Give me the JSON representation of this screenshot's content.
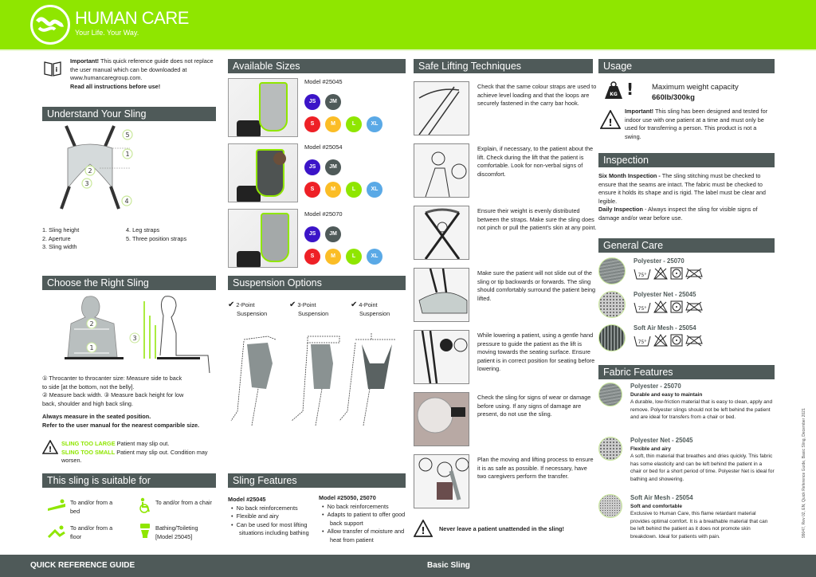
{
  "header": {
    "brand": "HUMAN CARE",
    "tagline": "Your Life. Your Way.",
    "color": "#8fe600"
  },
  "important_note": {
    "lead": "Important!",
    "text": " This quick reference guide does not replace the user manual which can be downloaded at www.humancaregroup.com.",
    "emphasis": "Read all instructions before use!",
    "icon": "info-book-icon"
  },
  "understand": {
    "title": "Understand Your Sling",
    "legend": [
      "1. Sling height",
      "2. Aperture",
      "3. Sling width",
      "4. Leg straps",
      "5. Three position straps"
    ],
    "callouts": [
      "5",
      "1",
      "2",
      "3",
      "4"
    ]
  },
  "choose": {
    "title": "Choose the Right Sling",
    "callouts": [
      "2",
      "1",
      "3"
    ],
    "measure_text_1": "① Throcanter to throcanter size: Measure side to back to side [at the bottom, not the belly].",
    "measure_text_2": "② Measure back width.  ③ Measure back height for low back, shoulder and high back sling.",
    "always": "Always measure in the seated position.",
    "refer": "Refer to the user manual for the nearest comparible size.",
    "warn_large_label": "SLING TOO LARGE",
    "warn_large_text": "Patient may slip out.",
    "warn_small_label": "SLING TOO SMALL",
    "warn_small_text": "Patient may slip out. Condition may worsen."
  },
  "suitable": {
    "title": "This sling is suitable for",
    "items": [
      {
        "icon": "bed-transfer-icon",
        "label": "To and/or from a bed"
      },
      {
        "icon": "wheelchair-icon",
        "label": "To and/or from a chair"
      },
      {
        "icon": "floor-transfer-icon",
        "label": "To and/or from a floor"
      },
      {
        "icon": "toilet-icon",
        "label": "Bathing/Toileting [Model 25045]"
      }
    ]
  },
  "sizes": {
    "title": "Available Sizes",
    "models": [
      {
        "label": "Model #25045",
        "fabric": "#b8bcbc"
      },
      {
        "label": "Model #25054",
        "fabric": "#4e5352"
      },
      {
        "label": "Model #25070",
        "fabric": "#a4a9a9"
      }
    ],
    "row1": [
      {
        "label": "JS",
        "color": "#3b14c8"
      },
      {
        "label": "JM",
        "color": "#4f5a59"
      }
    ],
    "row2": [
      {
        "label": "S",
        "color": "#ee2026"
      },
      {
        "label": "M",
        "color": "#fbbd26"
      },
      {
        "label": "L",
        "color": "#8fe600"
      },
      {
        "label": "XL",
        "color": "#5aa9e6"
      }
    ]
  },
  "suspension": {
    "title": "Suspension Options",
    "options": [
      {
        "line1": "2-Point",
        "line2": "Suspension"
      },
      {
        "line1": "3-Point",
        "line2": "Suspension"
      },
      {
        "line1": "4-Point",
        "line2": "Suspension"
      }
    ]
  },
  "features": {
    "title": "Sling Features",
    "col1_title": "Model #25045",
    "col1": [
      "No back reinforcements",
      "Flexible and airy",
      "Can be used for most lifting situations including bathing"
    ],
    "col2_title": "Model #25050, 25070",
    "col2": [
      "No back reinforcements",
      "Adapts to patient to offer good back support",
      "Allow transfer of moisture and heat from patient"
    ]
  },
  "techniques": {
    "title": "Safe Lifting Techniques",
    "items": [
      "Check that the same colour straps are used to achieve level loading and that the loops are securely fastened in the carry bar hook.",
      "Explain, if necessary, to the patient about the lift. Check during the lift that the patient is comfortable. Look for non-verbal signs of discomfort.",
      "Ensure their weight is evenly distributed between the straps. Make sure the sling does not pinch or pull the patient's skin at any point.",
      "Make sure the patient will not slide out of the sling or tip backwards or forwards. The sling should comfortably surround the patient being lifted.",
      "While lowering a patient, using a gentle hand pressure to guide the patient as the lift is moving towards the seating surface. Ensure patient is in correct position for seating before lowering.",
      "Check the sling for signs of wear or damage before using. If any signs of damage are present, do not use the sling.",
      "Plan the moving and lifting process to ensure it is as safe as possible. If necessary, have two caregivers perform the transfer."
    ],
    "warning": "Never leave a patient unattended in the sling!"
  },
  "usage": {
    "title": "Usage",
    "capacity_label": "Maximum weight capacity",
    "capacity_value": "660lb/300kg",
    "kg_label": "KG",
    "important_lead": "Important!",
    "important_text": " This sling has been designed and tested for indoor use with one patient at a time and must only be used for transferring a person. This product is not a swing."
  },
  "inspection": {
    "title": "Inspection",
    "six_month_lead": "Six Month Inspection -",
    "six_month_text": " The sling stitching must be checked to ensure that the seams are intact. The fabric must be checked to ensure it holds its shape and is rigid. The label must be clear and legible.",
    "daily_lead": "Daily Inspection",
    "daily_text": " - Always inspect the sling for visible signs of damage and/or wear before use."
  },
  "care": {
    "title": "General Care",
    "items": [
      {
        "label": "Polyester - 25070",
        "wash_temp": "75°"
      },
      {
        "label": "Polyester Net - 25045",
        "wash_temp": "75°"
      },
      {
        "label": "Soft Air Mesh - 25054",
        "wash_temp": "75°"
      }
    ]
  },
  "fabric": {
    "title": "Fabric Features",
    "items": [
      {
        "name": "Polyester - 25070",
        "sub": "Durable and easy to maintain",
        "text": "A durable, low-friction material that is easy to clean, apply and remove. Polyester slings should not be left behind the patient and are ideal for transfers from a chair or bed."
      },
      {
        "name": "Polyester Net - 25045",
        "sub": "Flexible and airy",
        "text": "A soft, thin material that breathes and dries quickly. This fabric has some elasticity and can be left behind the patient in a chair or bed for a short period of time. Polyester Net is ideal for bathing and showering."
      },
      {
        "name": "Soft Air Mesh - 25054",
        "sub": "Soft and comfortable",
        "text": "Exclusive to Human Care, this flame retardant material provides optimal comfort. It is a breathable material that can be left behind the patient as it does not promote skin breakdown. Ideal for patients with pain."
      }
    ]
  },
  "footer": {
    "left": "QUICK REFERENCE GUIDE",
    "center": "Basic Sling",
    "doc_code": "99047, Rev 02, EN, Quick Reference Guide, Basic Sling, December 2021"
  }
}
